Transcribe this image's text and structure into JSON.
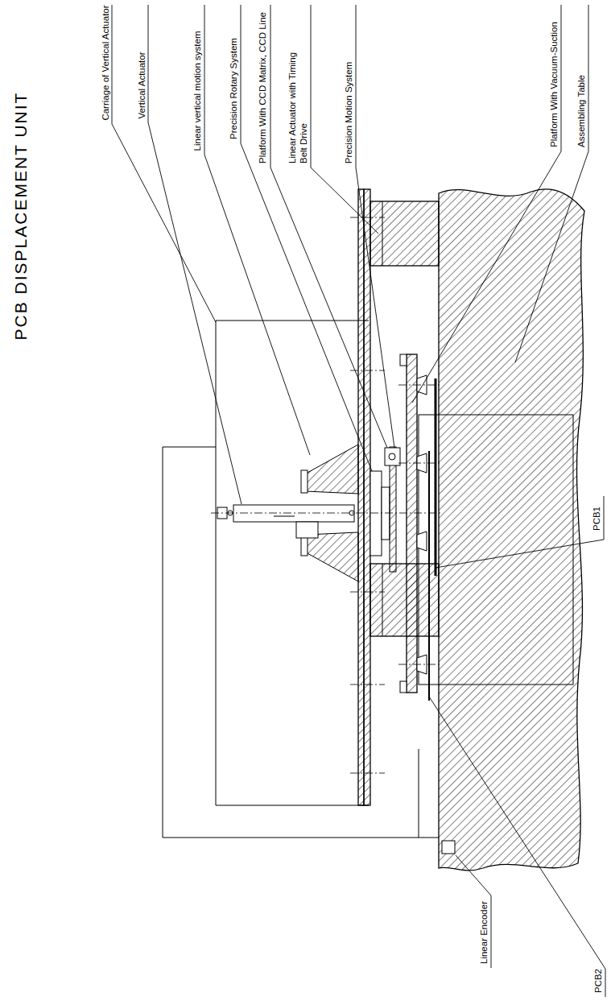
{
  "diagram": {
    "title": "PCB DISPLACEMENT UNIT",
    "labels": [
      "Carriage of Vertical Actuator",
      "Vertical Actuator",
      "Linear vertical motion system",
      "Precision Rotary System",
      "Platform With CCD Matrix, CCD Line",
      "Linear Actuator with Timing Belt Drive",
      "Precision Motion System",
      "Platform With Vacuum-Suction",
      "Assembling Table",
      "PCB1",
      "PCB2",
      "Linear Encoder"
    ]
  }
}
